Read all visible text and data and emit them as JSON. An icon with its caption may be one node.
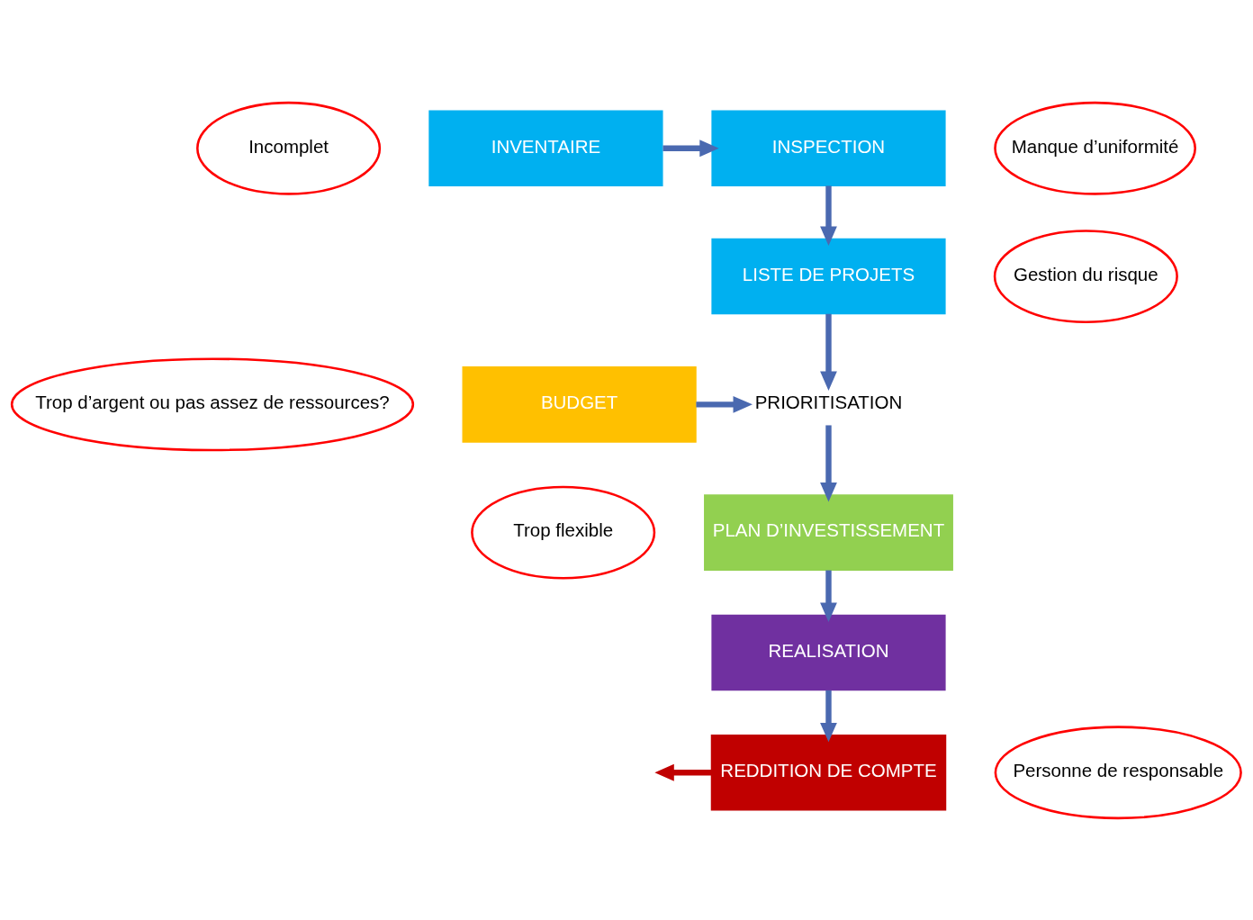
{
  "diagram": {
    "nodes": [
      {
        "text": [
          "INVENTAIRE"
        ]
      },
      {
        "text": [
          "INSPECTION"
        ]
      },
      {
        "text": [
          "LISTE DE PROJETS"
        ]
      },
      {
        "text": [
          "BUDGET"
        ]
      },
      {
        "text": [
          "PRIORITISATION"
        ]
      },
      {
        "text": [
          "PLAN D’INVESTISSEMENT"
        ]
      },
      {
        "text": [
          "REALISATION"
        ]
      },
      {
        "text": [
          "REDDITION DE COMPTE"
        ]
      },
      {
        "text": [
          "Incomplet"
        ]
      },
      {
        "text": [
          "Manque d’uniformité"
        ]
      },
      {
        "text": [
          "Gestion du risque"
        ]
      },
      {
        "text": [
          "Trop d’argent ou pas assez de ressources?"
        ]
      },
      {
        "text": [
          "Trop flexible"
        ]
      },
      {
        "text": [
          "Personne de responsable"
        ]
      }
    ],
    "edges": [
      {
        "from": 0,
        "to": 1,
        "arrow": "to"
      },
      {
        "from": 1,
        "to": 2,
        "arrow": "to"
      },
      {
        "from": 2,
        "to": 4,
        "arrow": "to"
      },
      {
        "from": 3,
        "to": 4,
        "arrow": "to"
      },
      {
        "from": 4,
        "to": 5,
        "arrow": "to"
      },
      {
        "from": 5,
        "to": 6,
        "arrow": "to"
      },
      {
        "from": 6,
        "to": 7,
        "arrow": "to"
      },
      {
        "from": 7,
        "to": null,
        "arrow": "to",
        "color": "#c00000"
      }
    ]
  }
}
